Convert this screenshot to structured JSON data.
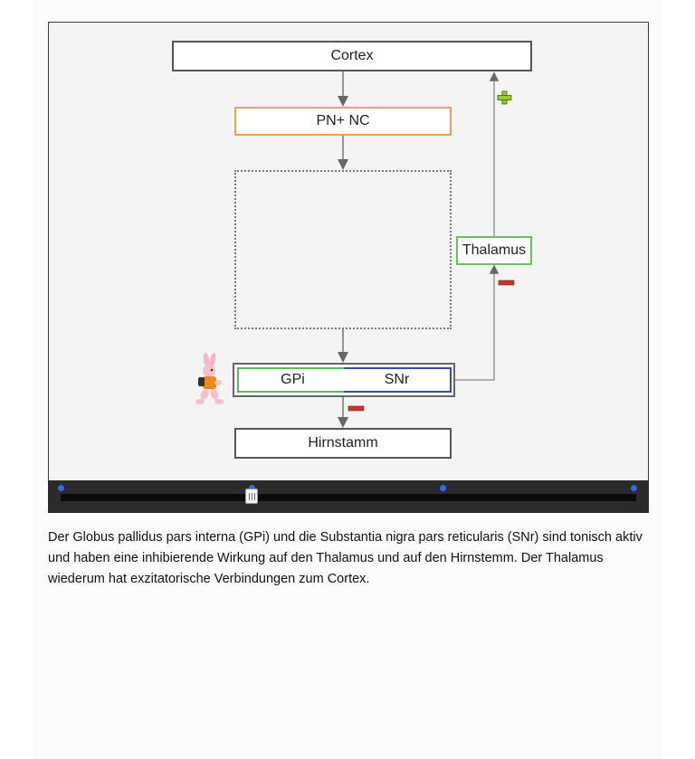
{
  "diagram": {
    "nodes": {
      "cortex": "Cortex",
      "pn_nc": "PN+ NC",
      "thalamus": "Thalamus",
      "gpi": "GPi",
      "snr": "SNr",
      "hirnstamm": "Hirnstamm"
    },
    "signs": {
      "cortex_thalamus": "+",
      "thalamus_input": "−",
      "hirnstamm_input": "−"
    },
    "colors": {
      "plus_sign": "#9acd32",
      "minus_sign": "#c0392b",
      "pn_nc_border": "#f0a050",
      "thalamus_border": "#6abf5e",
      "gpi_border": "#5cb85c",
      "snr_border": "#3a4aa0",
      "timeline_dot": "#3366ff"
    },
    "mascot": "pink bunny running"
  },
  "timeline": {
    "step_count": 4,
    "current_step": 2
  },
  "caption": "Der Globus pallidus pars interna (GPi) und die Substantia nigra pars reticularis (SNr) sind tonisch aktiv und haben eine inhibierende Wirkung auf den Thalamus und auf den Hirnstemm. Der Thalamus wiederum hat exzitatorische Verbindungen zum Cortex."
}
